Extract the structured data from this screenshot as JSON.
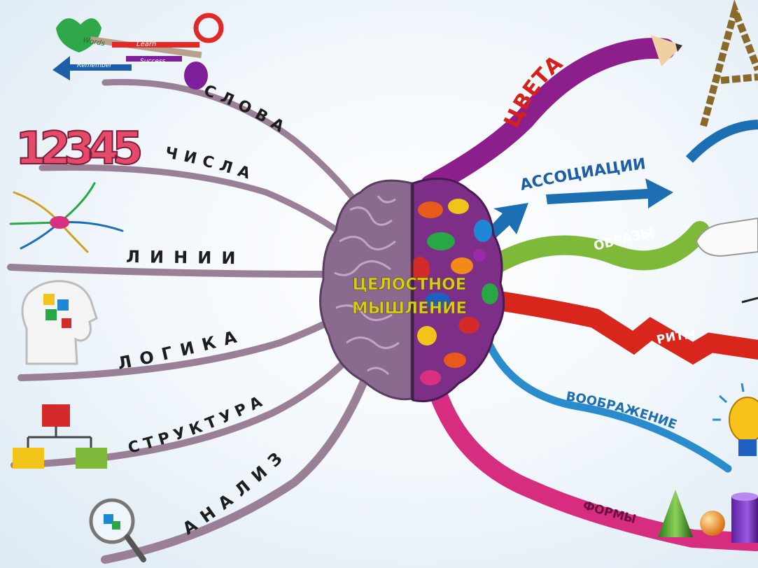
{
  "center": {
    "line1": "ЦЕЛОСТНОЕ",
    "line2": "МЫШЛЕНИЕ"
  },
  "left_branches": [
    "СЛОВА",
    "ЧИСЛА",
    "ЛИНИИ",
    "ЛОГИКА",
    "СТРУКТУРА",
    "АНАЛИЗ"
  ],
  "right_branches": [
    "ЦВЕТА",
    "АССОЦИАЦИИ",
    "ОБРАЗЫ",
    "РИТМ",
    "ВООБРАЖЕНИЕ",
    "ФОРМЫ"
  ],
  "numbers_art": "12345",
  "keys": [
    "Words",
    "Learn",
    "Remember",
    "Success"
  ],
  "colors": {
    "left_branch": "#9a8096",
    "cveta": "#8c1f8c",
    "associacii": "#1c6fb3",
    "obrazy": "#7fb93a",
    "ritm": "#d9261c",
    "voobrazhenie": "#2b8ccd",
    "formy": "#d62d80"
  },
  "icons": [
    "keys-icon",
    "numbers-icon",
    "neuron-icon",
    "head-puzzle-icon",
    "flowchart-icon",
    "magnifier-icon",
    "chain-letter-icon",
    "pointing-hand-icon",
    "lightbulb-icon",
    "shapes-icon"
  ]
}
